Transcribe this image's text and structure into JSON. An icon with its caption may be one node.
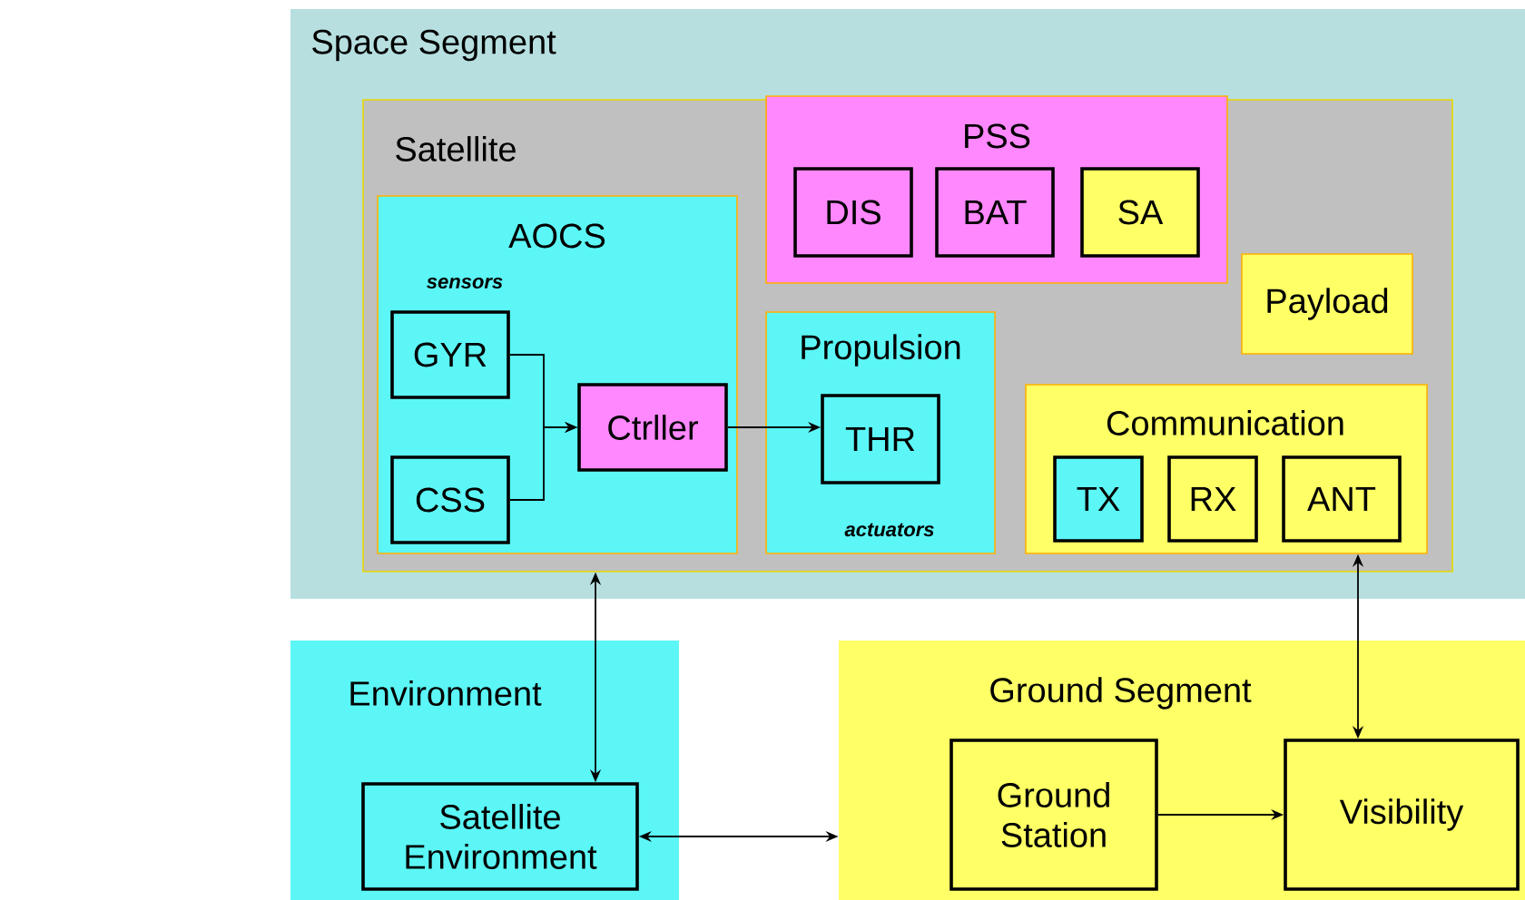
{
  "diagram": {
    "nodes": [
      {
        "text": [
          "Space Segment"
        ]
      },
      {
        "text": [
          "Satellite"
        ],
        "in": 0
      },
      {
        "text": [
          "PSS"
        ],
        "in": 1
      },
      {
        "text": [
          "DIS"
        ],
        "in": 2
      },
      {
        "text": [
          "BAT"
        ],
        "in": 2
      },
      {
        "text": [
          "SA"
        ],
        "in": 2
      },
      {
        "text": [
          "AOCS",
          "sensors"
        ],
        "in": 1
      },
      {
        "text": [
          "GYR"
        ],
        "in": 6
      },
      {
        "text": [
          "CSS"
        ],
        "in": 6
      },
      {
        "text": [
          "Ctrller"
        ],
        "in": 6
      },
      {
        "text": [
          "Propulsion",
          "actuators"
        ],
        "in": 1
      },
      {
        "text": [
          "THR"
        ],
        "in": 10
      },
      {
        "text": [
          "Payload"
        ],
        "in": 1
      },
      {
        "text": [
          "Communication"
        ],
        "in": 1
      },
      {
        "text": [
          "TX"
        ],
        "in": 13
      },
      {
        "text": [
          "RX"
        ],
        "in": 13
      },
      {
        "text": [
          "ANT"
        ],
        "in": 13
      },
      {
        "text": [
          "Environment"
        ]
      },
      {
        "text": [
          "Satellite Environment"
        ],
        "in": 17
      },
      {
        "text": [
          "Ground Segment"
        ]
      },
      {
        "text": [
          "Ground Station"
        ],
        "in": 19
      },
      {
        "text": [
          "Visibility"
        ],
        "in": 19
      }
    ],
    "edges": [
      {
        "from": 7,
        "to": 9,
        "arrow": "to"
      },
      {
        "from": 8,
        "to": 9,
        "arrow": "to"
      },
      {
        "from": 9,
        "to": 11,
        "arrow": "to"
      },
      {
        "from": 1,
        "to": 18,
        "arrow": "both"
      },
      {
        "from": 18,
        "to": 19,
        "arrow": "both"
      },
      {
        "from": 20,
        "to": 21,
        "arrow": "to"
      },
      {
        "from": 13,
        "to": 21,
        "arrow": "both"
      }
    ]
  }
}
